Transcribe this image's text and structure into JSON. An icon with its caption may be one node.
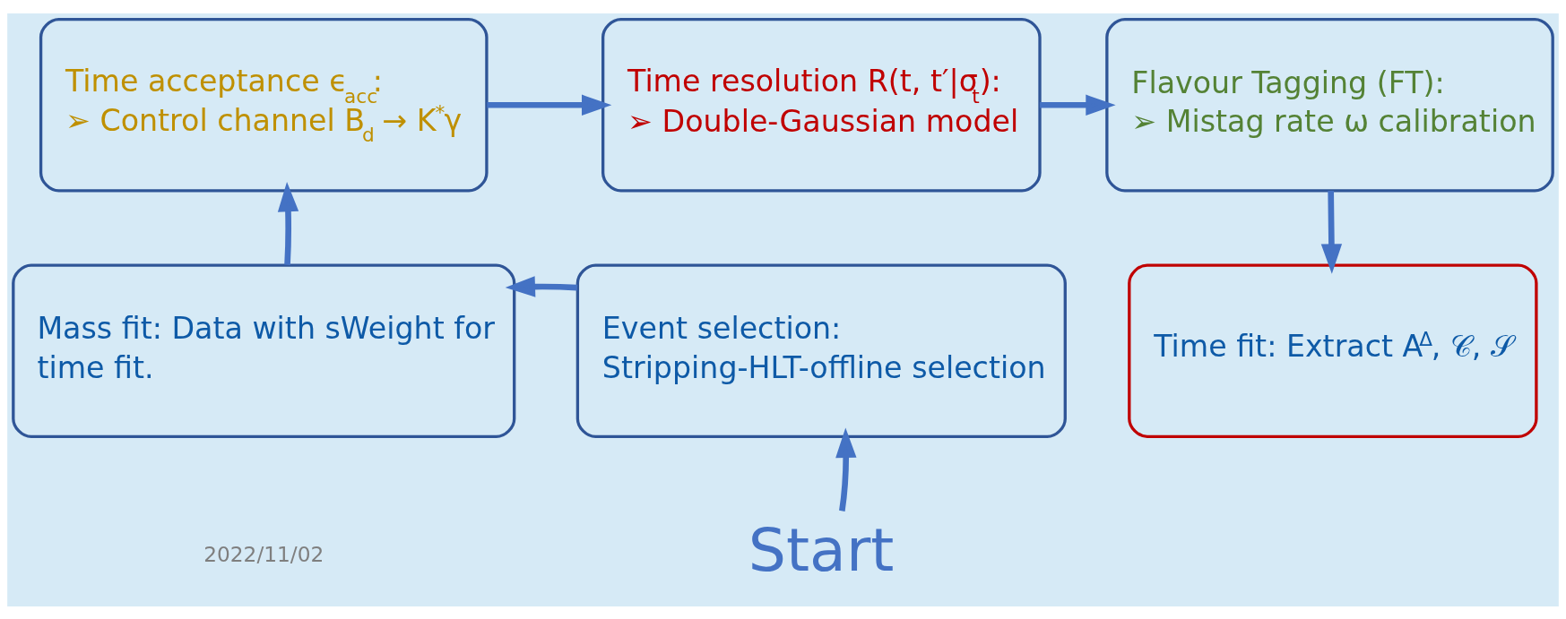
{
  "diagram": {
    "nodes": [
      {
        "text": [
          "Time acceptance ϵ$_{acc}$:",
          "➢ Control channel B$_{d}$ → K$^{*}$γ"
        ]
      },
      {
        "text": [
          "Time resolution R(t, t′|σ$_{t}$):",
          "➢ Double-Gaussian model"
        ]
      },
      {
        "text": [
          "Flavour Tagging (FT):",
          "➢ Mistag rate ω calibration"
        ]
      },
      {
        "text": [
          "Mass fit: Data with sWeight for time fit."
        ]
      },
      {
        "text": [
          "Event selection: Stripping-HLT-offline selection"
        ]
      },
      {
        "text": [
          "Time fit: Extract A$^{Δ}$, 𝒞, 𝒮"
        ]
      },
      {
        "text": [
          "Start"
        ]
      }
    ],
    "edges": [
      {
        "from": 6,
        "to": 4,
        "arrow": "to"
      },
      {
        "from": 4,
        "to": 3,
        "arrow": "to"
      },
      {
        "from": 3,
        "to": 0,
        "arrow": "to"
      },
      {
        "from": 0,
        "to": 1,
        "arrow": "to"
      },
      {
        "from": 1,
        "to": 2,
        "arrow": "to"
      },
      {
        "from": 2,
        "to": 5,
        "arrow": "to"
      }
    ],
    "labels": [
      "2022/11/02"
    ]
  }
}
